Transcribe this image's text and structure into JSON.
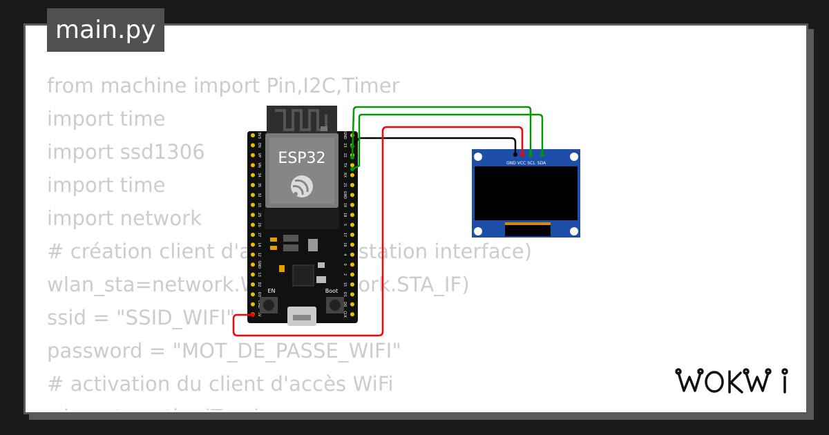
{
  "file_tab": {
    "label": "main.py"
  },
  "code_lines": [
    "from machine import Pin,I2C,Timer",
    "import time",
    "import ssd1306",
    "import time",
    "import network",
    "# création client d'accès WiFi (station interface)",
    "wlan_sta=network.WLAN(network.STA_IF)",
    "ssid = \"SSID_WIFI\"",
    "password = \"MOT_DE_PASSE_WIFI\"",
    "# activation du client d'accès WiFi",
    "wlan_sta.active(True)"
  ],
  "esp32": {
    "label": "ESP32",
    "left_pins": [
      "3V3",
      "EN",
      "VP",
      "VN",
      "34",
      "35",
      "32",
      "33",
      "25",
      "26",
      "27",
      "14",
      "12",
      "GND",
      "13",
      "D2",
      "D3",
      "CMD",
      "5V"
    ],
    "right_pins": [
      "GND",
      "23",
      "22",
      "TX",
      "RX",
      "21",
      "GND",
      "19",
      "18",
      "5",
      "17",
      "16",
      "4",
      "0",
      "2",
      "15",
      "D1",
      "D0",
      "CLK"
    ],
    "button_left": "EN",
    "button_right": "Boot"
  },
  "oled": {
    "pins": [
      "GND",
      "VCC",
      "SCL",
      "SDA"
    ]
  },
  "wire_colors": {
    "gnd": "#000000",
    "vcc": "#ff0000",
    "scl": "#009900",
    "sda": "#009900"
  },
  "brand": {
    "logo_text": "WOKWI"
  }
}
